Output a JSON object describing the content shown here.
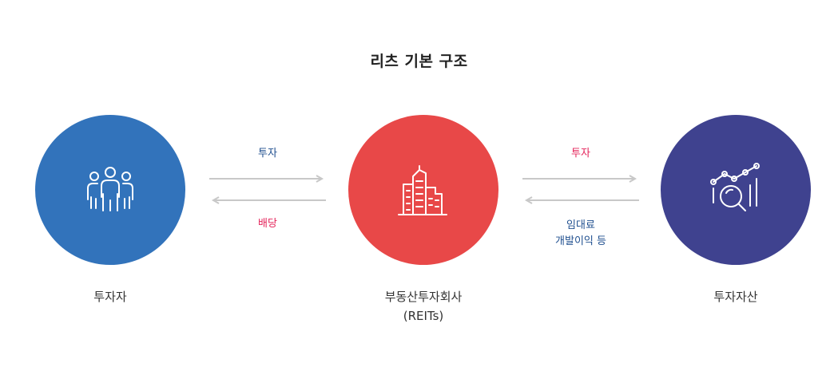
{
  "diagram": {
    "title": "리츠 기본 구조",
    "nodes": {
      "investor": {
        "label": "투자자",
        "color": "#3273bb",
        "icon": "people-icon"
      },
      "reits": {
        "label_line1": "부동산투자회사",
        "label_line2": "(REITs)",
        "color": "#e84848",
        "icon": "buildings-icon"
      },
      "asset": {
        "label": "투자자산",
        "color": "#3f428f",
        "icon": "chart-magnifier-icon"
      }
    },
    "flows": {
      "investor_to_reits": {
        "label": "투자",
        "color": "#1f4f8f",
        "direction": "right"
      },
      "reits_to_investor": {
        "label": "배당",
        "color": "#e4245a",
        "direction": "left"
      },
      "reits_to_asset": {
        "label": "투자",
        "color": "#e4245a",
        "direction": "right"
      },
      "asset_to_reits": {
        "label_line1": "임대료",
        "label_line2": "개발이익 등",
        "color": "#1f4f8f",
        "direction": "left"
      }
    },
    "arrow_color": "#c8c8c8"
  }
}
